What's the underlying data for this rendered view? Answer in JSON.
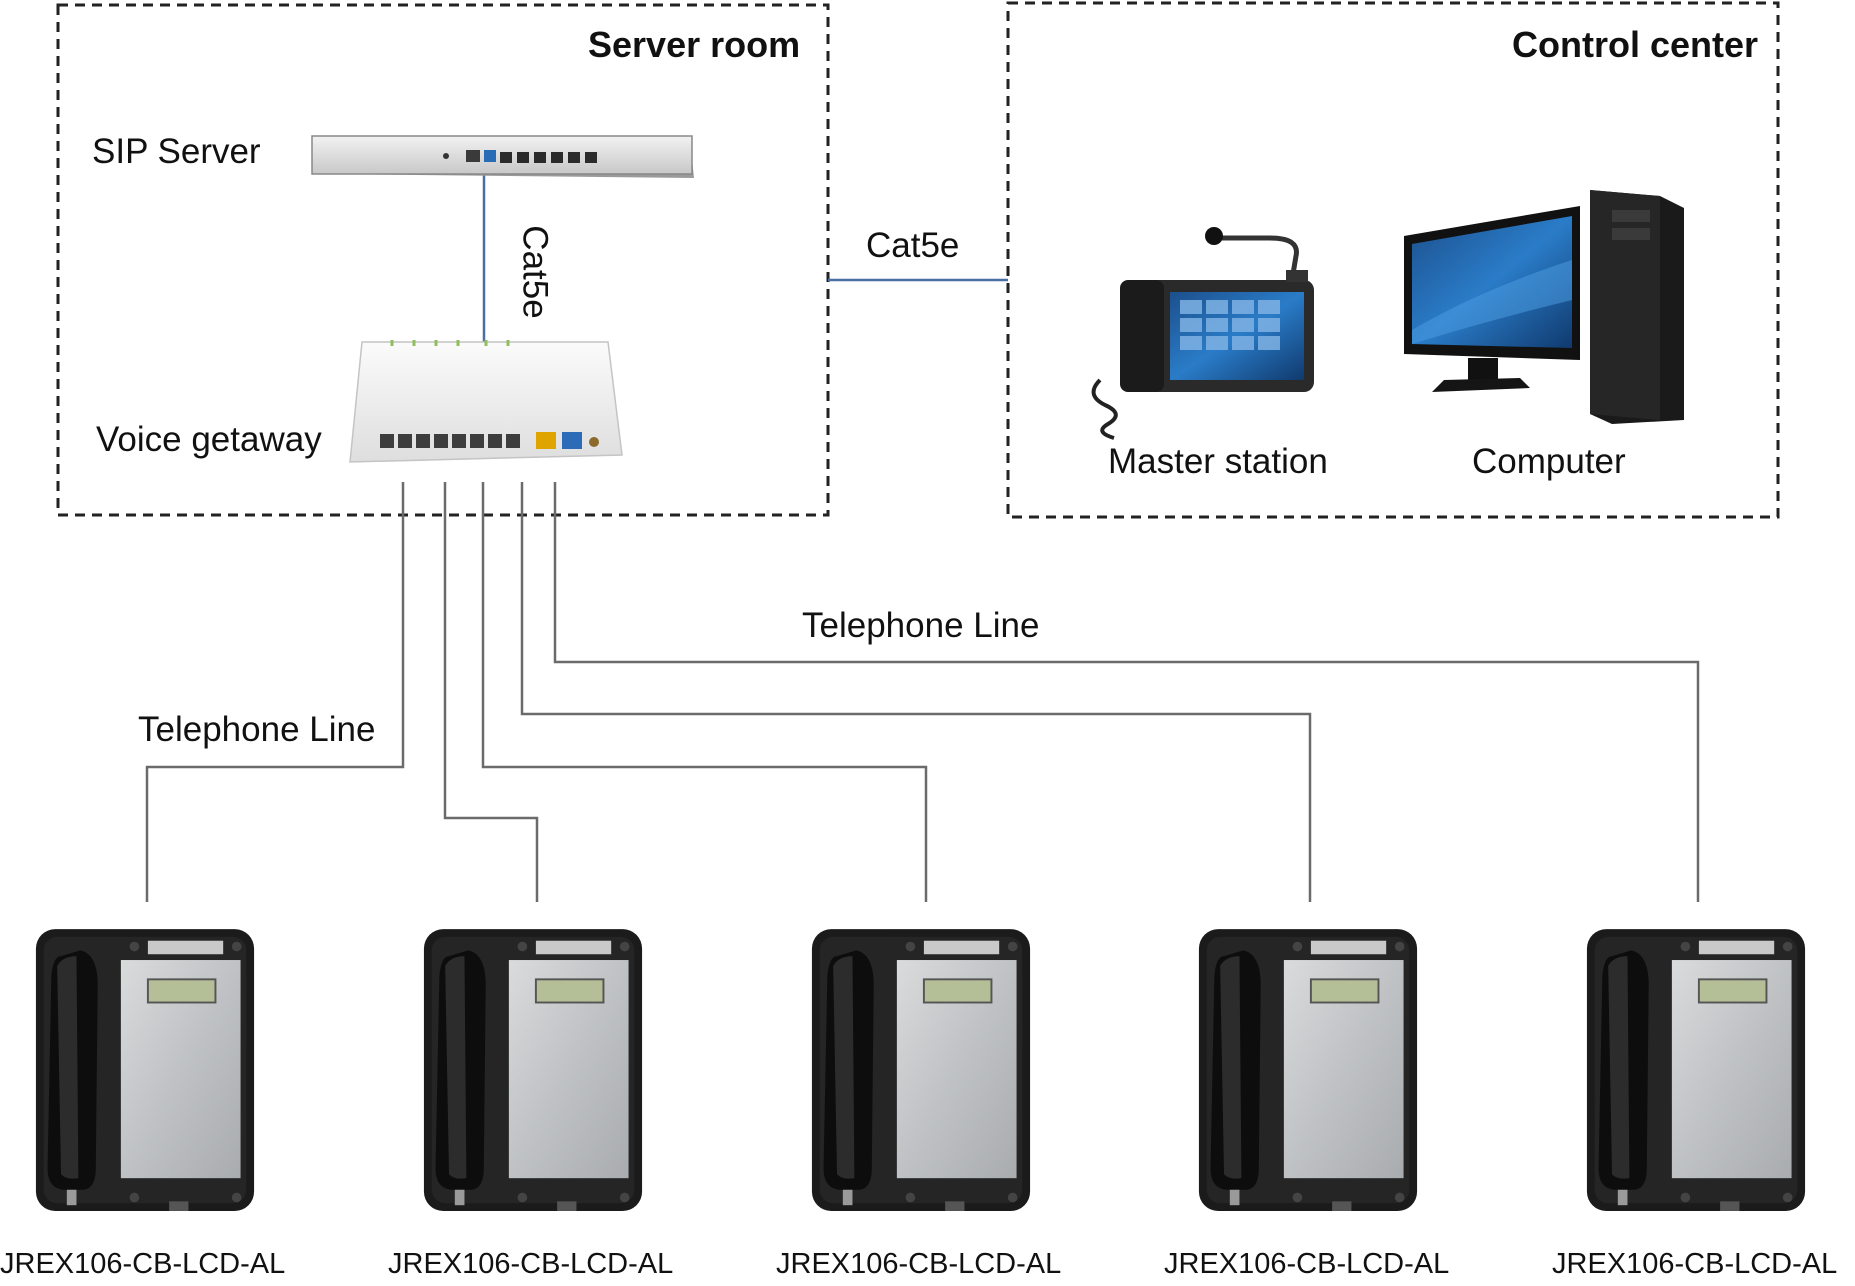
{
  "zones": {
    "server_room": {
      "title": "Server room"
    },
    "control_center": {
      "title": "Control center"
    }
  },
  "devices": {
    "sip_server": {
      "label": "SIP Server"
    },
    "voice_gateway": {
      "label": "Voice getaway"
    },
    "master_station": {
      "label": "Master station"
    },
    "computer": {
      "label": "Computer"
    }
  },
  "connections": {
    "sip_to_gateway": {
      "label": "Cat5e"
    },
    "server_to_control": {
      "label": "Cat5e"
    },
    "telephone_line_upper": {
      "label": "Telephone Line"
    },
    "telephone_line_lower": {
      "label": "Telephone Line"
    }
  },
  "phones": [
    {
      "label": "JREX106-CB-LCD-AL"
    },
    {
      "label": "JREX106-CB-LCD-AL"
    },
    {
      "label": "JREX106-CB-LCD-AL"
    },
    {
      "label": "JREX106-CB-LCD-AL"
    },
    {
      "label": "JREX106-CB-LCD-AL"
    }
  ],
  "colors": {
    "cat5e_line": "#4a6fa5",
    "telephone_line": "#6b6b6b",
    "zone_border": "#222222"
  }
}
